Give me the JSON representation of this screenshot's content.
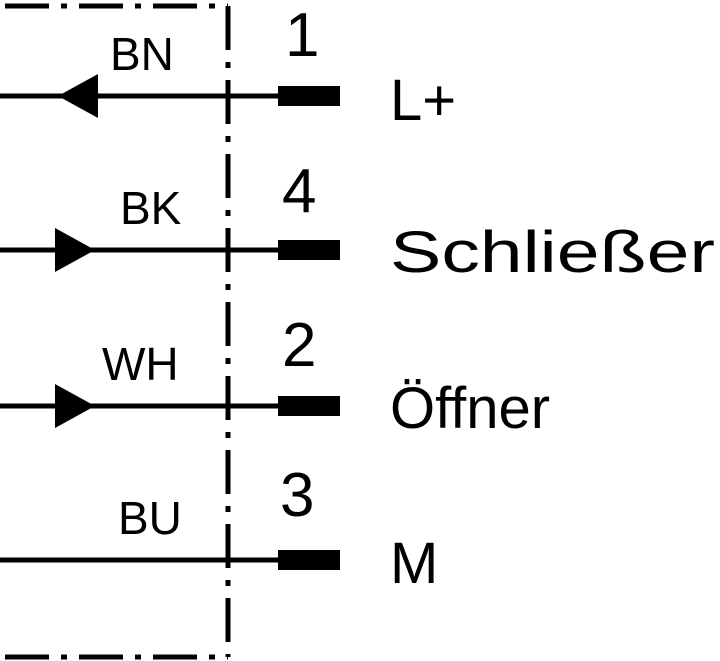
{
  "diagram": {
    "colors": {
      "ink": "#000000",
      "background": "#ffffff"
    },
    "rows": [
      {
        "wire_color": "BN",
        "pin": "1",
        "signal": "L+",
        "arrow": "left"
      },
      {
        "wire_color": "BK",
        "pin": "4",
        "signal": "Schließer",
        "arrow": "right"
      },
      {
        "wire_color": "WH",
        "pin": "2",
        "signal": "Öffner",
        "arrow": "right"
      },
      {
        "wire_color": "BU",
        "pin": "3",
        "signal": "M",
        "arrow": "none"
      }
    ]
  }
}
